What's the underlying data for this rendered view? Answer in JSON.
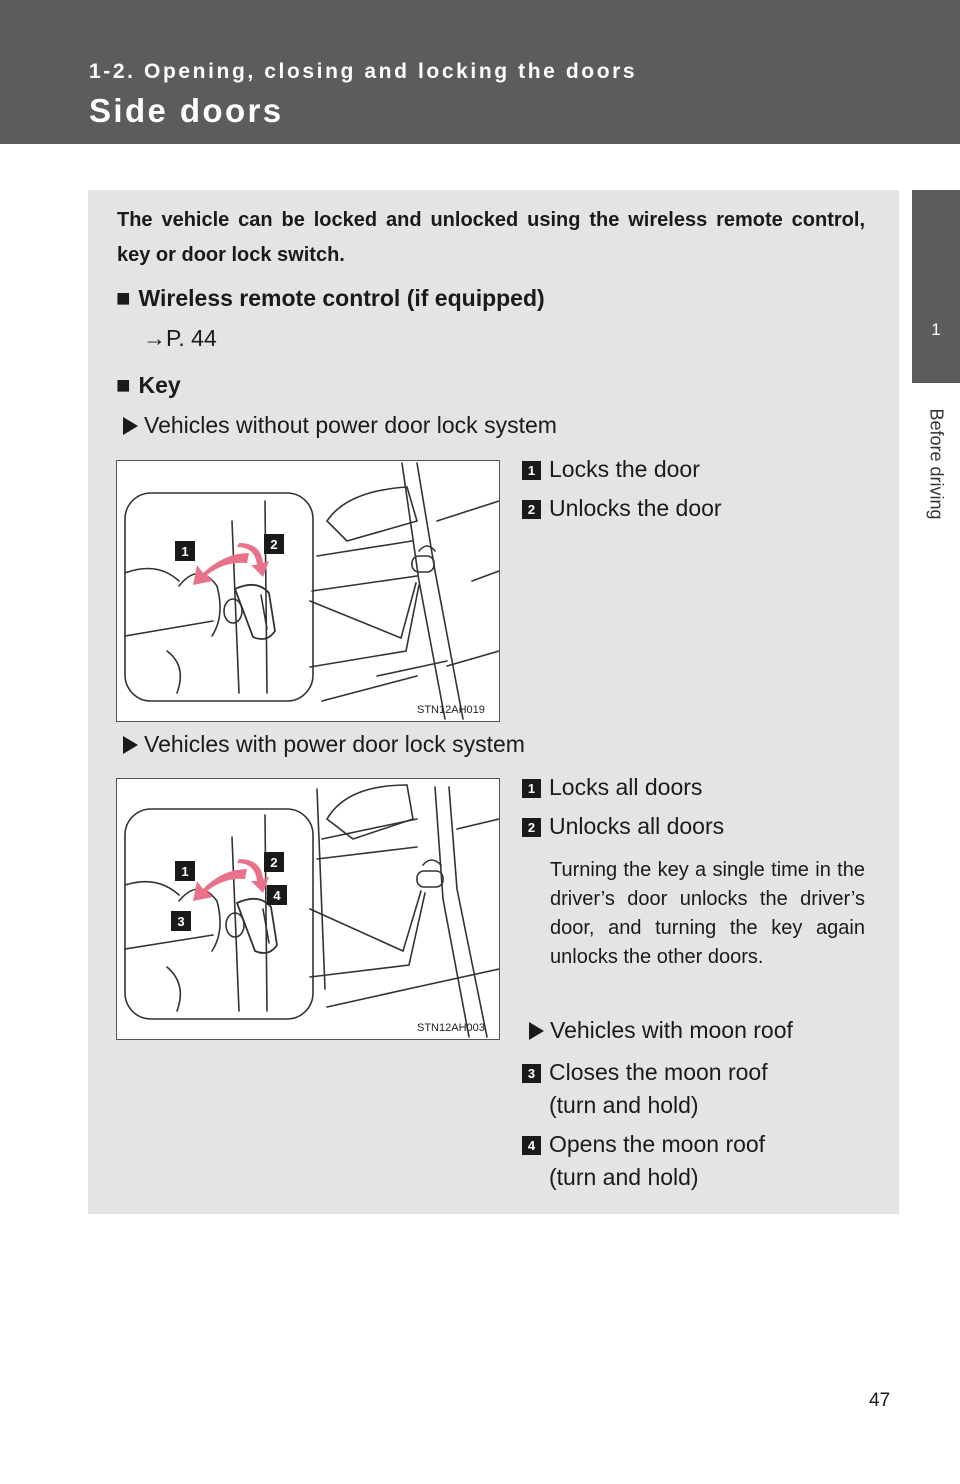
{
  "header": {
    "subtitle": "1-2. Opening, closing and locking the doors",
    "title": "Side doors"
  },
  "side_tab": {
    "chapter_number": "1",
    "chapter_label": "Before driving"
  },
  "intro": "The vehicle can be locked and unlocked using the wireless remote control, key or door lock switch.",
  "sections": {
    "remote": {
      "marker": "■",
      "title": "Wireless remote control (if equipped)",
      "ref": "→P. 44"
    },
    "key": {
      "marker": "■",
      "title": "Key"
    }
  },
  "without_power": {
    "label": "Vehicles without power door lock system",
    "items": [
      {
        "num": "1",
        "text": "Locks the door"
      },
      {
        "num": "2",
        "text": "Unlocks the door"
      }
    ],
    "figure_code": "STN12AH019",
    "callouts": [
      "1",
      "2"
    ]
  },
  "with_power": {
    "label": "Vehicles with power door lock system",
    "items": [
      {
        "num": "1",
        "text": "Locks all doors"
      },
      {
        "num": "2",
        "text": "Unlocks all doors"
      }
    ],
    "note": "Turning the key a single time in the driver’s door unlocks the driver’s door, and turning the key again unlocks the other doors.",
    "moon_roof_label": "Vehicles with moon roof",
    "moon_items": [
      {
        "num": "3",
        "line1": "Closes the moon roof",
        "line2": "(turn and hold)"
      },
      {
        "num": "4",
        "line1": "Opens the moon roof",
        "line2": "(turn and hold)"
      }
    ],
    "figure_code": "STN12AH003",
    "callouts": [
      "1",
      "2",
      "3",
      "4"
    ]
  },
  "page_number": "47",
  "colors": {
    "header_bg": "#5c5c5c",
    "panel_bg": "#e4e4e4",
    "arrow_pink": "#e8728a"
  }
}
